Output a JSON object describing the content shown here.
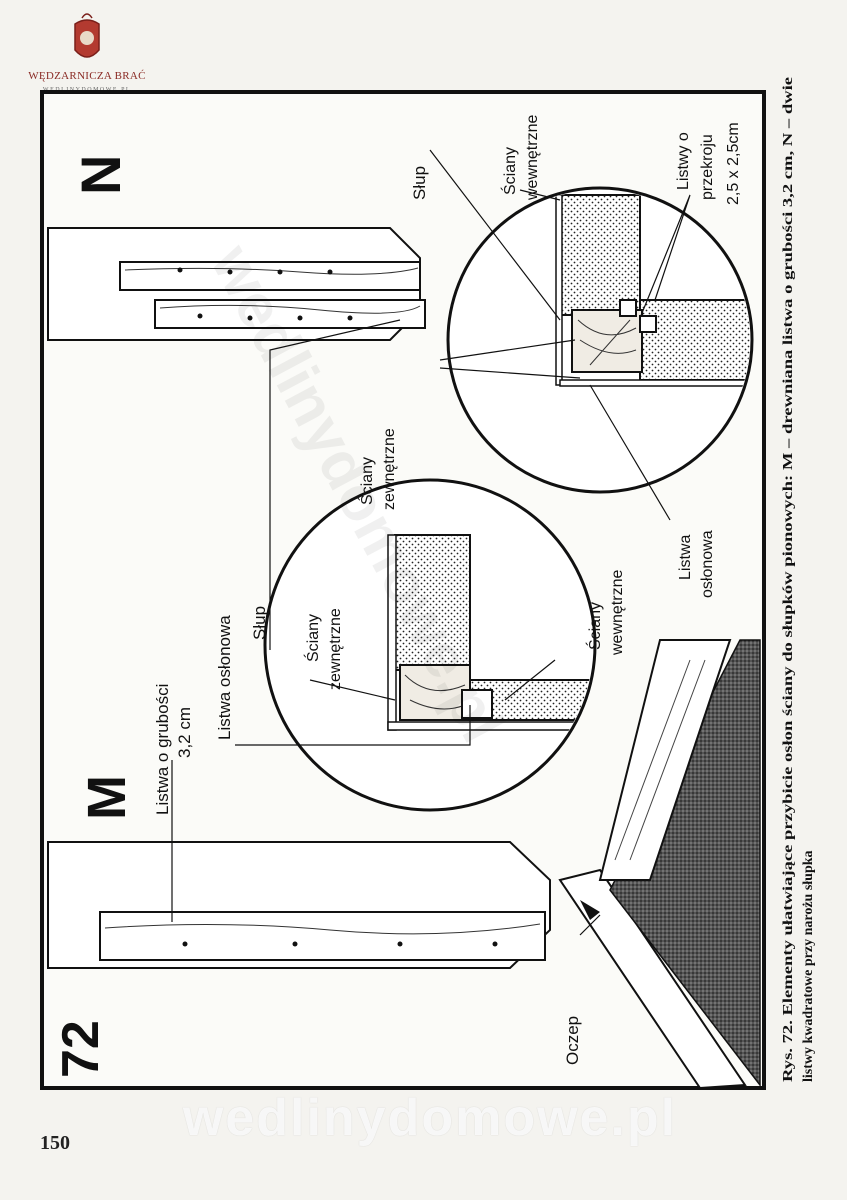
{
  "logo": {
    "name": "WĘDZARNICZA BRAĆ",
    "url": "WEDLINYDOMOWE.PL"
  },
  "figure": {
    "number": "72",
    "panel_m": "M",
    "panel_n": "N",
    "labels": {
      "listwa_grubosci_1": "Listwa o grubości",
      "listwa_grubosci_2": "3,2 cm",
      "listwa_oslonowa_m": "Listwa osłonowa",
      "slup_m": "Słup",
      "sciany_zew_m_1": "Ściany",
      "sciany_zew_m_2": "zewnętrzne",
      "sciany_wew_m_1": "Ściany",
      "sciany_wew_m_2": "wewnętrzne",
      "sciany_zew_n_1": "Ściany",
      "sciany_zew_n_2": "zewnętrzne",
      "listwa_oslonowa_n_1": "Listwa",
      "listwa_oslonowa_n_2": "osłonowa",
      "slup_n": "Słup",
      "sciany_wew_n_1": "Ściany",
      "sciany_wew_n_2": "wewnętrzne",
      "listwy_przekroju_1": "Listwy o",
      "listwy_przekroju_2": "przekroju",
      "listwy_przekroju_3": "2,5 x 2,5cm",
      "oczep": "Oczep"
    },
    "caption_line_1": "Rys. 72. Elementy ułatwiające przybicie osłon ściany do słupków pionowych: M – drewniana listwa o grubości 3,2 cm, N – dwie",
    "caption_line_2": "listwy kwadratowe przy narożu słupka",
    "watermark_diagonal": "wedlinydomowe.pl",
    "watermark_bottom": "wedlinydomowe.pl"
  },
  "page_number": "150"
}
